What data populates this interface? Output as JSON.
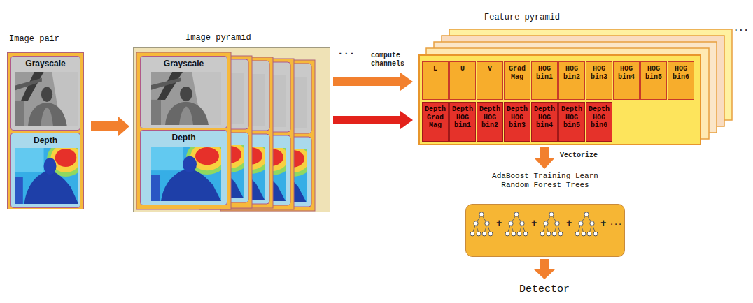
{
  "diagram": {
    "nodes": [
      {
        "text": [
          "Image pair"
        ]
      },
      {
        "text": [
          "Grayscale"
        ],
        "in": 0
      },
      {
        "text": [
          "Depth"
        ],
        "in": 0
      },
      {
        "text": [
          "Image pyramid"
        ]
      },
      {
        "text": [
          "Grayscale"
        ],
        "in": 3
      },
      {
        "text": [
          "Depth"
        ],
        "in": 3
      },
      {
        "text": [
          "Feature pyramid"
        ]
      },
      {
        "text": [
          "L"
        ],
        "in": 6
      },
      {
        "text": [
          "U"
        ],
        "in": 6
      },
      {
        "text": [
          "V"
        ],
        "in": 6
      },
      {
        "text": [
          "Grad Mag"
        ],
        "in": 6
      },
      {
        "text": [
          "HOG bin1"
        ],
        "in": 6
      },
      {
        "text": [
          "HOG bin2"
        ],
        "in": 6
      },
      {
        "text": [
          "HOG bin3"
        ],
        "in": 6
      },
      {
        "text": [
          "HOG bin4"
        ],
        "in": 6
      },
      {
        "text": [
          "HOG bin5"
        ],
        "in": 6
      },
      {
        "text": [
          "HOG bin6"
        ],
        "in": 6
      },
      {
        "text": [
          "Depth Grad Mag"
        ],
        "in": 6
      },
      {
        "text": [
          "Depth HOG bin1"
        ],
        "in": 6
      },
      {
        "text": [
          "Depth HOG bin2"
        ],
        "in": 6
      },
      {
        "text": [
          "Depth HOG bin3"
        ],
        "in": 6
      },
      {
        "text": [
          "Depth HOG bin4"
        ],
        "in": 6
      },
      {
        "text": [
          "Depth HOG bin5"
        ],
        "in": 6
      },
      {
        "text": [
          "Depth HOG bin6"
        ],
        "in": 6
      },
      {
        "text": [
          "AdaBoost Training Learn Random Forest Trees"
        ]
      },
      {
        "text": [
          "Detector"
        ]
      }
    ],
    "edges": [
      {
        "from": 0,
        "to": 3,
        "arrow": "to"
      },
      {
        "from": 3,
        "to": 6,
        "label": "compute channels",
        "arrow": "to"
      },
      {
        "from": 3,
        "to": 6,
        "arrow": "to"
      },
      {
        "from": 6,
        "to": 24,
        "label": "Vectorize",
        "arrow": "to"
      },
      {
        "from": 24,
        "to": 25,
        "arrow": "to"
      }
    ],
    "labels": [
      "...",
      "...",
      "+",
      "+",
      "+",
      "+",
      "..."
    ]
  }
}
